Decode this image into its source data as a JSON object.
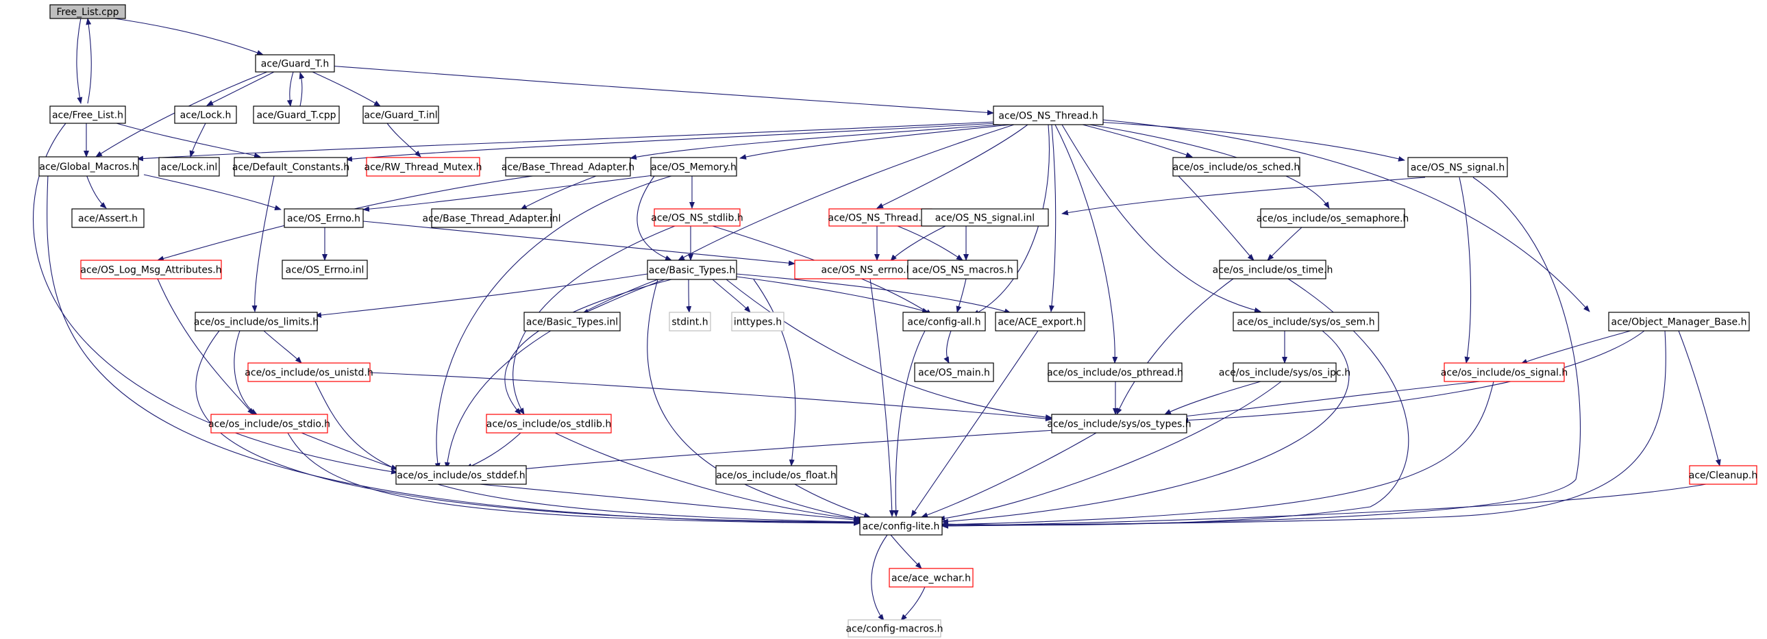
{
  "title": "",
  "colors": {
    "edge": "#191970",
    "node_border_default": "#000000",
    "node_border_truncated": "#ff0000",
    "node_border_external": "#bfbfbf",
    "root_fill": "#bfbfbf"
  },
  "nodes": [
    {
      "id": "n0",
      "label": "Free_List.cpp",
      "style": "root"
    },
    {
      "id": "n1",
      "label": "ace/Guard_T.h",
      "style": "normal"
    },
    {
      "id": "n2",
      "label": "ace/Free_List.h",
      "style": "normal"
    },
    {
      "id": "n3",
      "label": "ace/Lock.h",
      "style": "normal"
    },
    {
      "id": "n4",
      "label": "ace/Guard_T.cpp",
      "style": "normal"
    },
    {
      "id": "n5",
      "label": "ace/Guard_T.inl",
      "style": "normal"
    },
    {
      "id": "n6",
      "label": "ace/OS_NS_Thread.h",
      "style": "normal"
    },
    {
      "id": "n7",
      "label": "ace/Global_Macros.h",
      "style": "normal"
    },
    {
      "id": "n8",
      "label": "ace/Lock.inl",
      "style": "normal"
    },
    {
      "id": "n9",
      "label": "ace/Default_Constants.h",
      "style": "normal"
    },
    {
      "id": "n10",
      "label": "ace/RW_Thread_Mutex.h",
      "style": "truncated"
    },
    {
      "id": "n11",
      "label": "ace/Base_Thread_Adapter.h",
      "style": "normal"
    },
    {
      "id": "n12",
      "label": "ace/OS_Memory.h",
      "style": "normal"
    },
    {
      "id": "n13",
      "label": "ace/os_include/os_sched.h",
      "style": "normal"
    },
    {
      "id": "n14",
      "label": "ace/OS_NS_signal.h",
      "style": "normal"
    },
    {
      "id": "n15",
      "label": "ace/Assert.h",
      "style": "normal"
    },
    {
      "id": "n16",
      "label": "ace/OS_Errno.h",
      "style": "normal"
    },
    {
      "id": "n17",
      "label": "ace/Base_Thread_Adapter.inl",
      "style": "normal"
    },
    {
      "id": "n18",
      "label": "ace/OS_NS_stdlib.h",
      "style": "truncated"
    },
    {
      "id": "n19",
      "label": "ace/OS_NS_Thread.inl",
      "style": "truncated"
    },
    {
      "id": "n20",
      "label": "ace/OS_NS_signal.inl",
      "style": "normal"
    },
    {
      "id": "n21",
      "label": "ace/os_include/os_semaphore.h",
      "style": "normal"
    },
    {
      "id": "n22",
      "label": "ace/OS_Log_Msg_Attributes.h",
      "style": "truncated"
    },
    {
      "id": "n23",
      "label": "ace/OS_Errno.inl",
      "style": "normal"
    },
    {
      "id": "n24",
      "label": "ace/Basic_Types.h",
      "style": "normal"
    },
    {
      "id": "n25",
      "label": "ace/OS_NS_errno.h",
      "style": "truncated"
    },
    {
      "id": "n26",
      "label": "ace/OS_NS_macros.h",
      "style": "normal"
    },
    {
      "id": "n27",
      "label": "ace/os_include/os_time.h",
      "style": "normal"
    },
    {
      "id": "n28",
      "label": "ace/os_include/os_limits.h",
      "style": "normal"
    },
    {
      "id": "n29",
      "label": "ace/Basic_Types.inl",
      "style": "normal"
    },
    {
      "id": "n30",
      "label": "stdint.h",
      "style": "external"
    },
    {
      "id": "n31",
      "label": "inttypes.h",
      "style": "external"
    },
    {
      "id": "n32",
      "label": "ace/config-all.h",
      "style": "normal"
    },
    {
      "id": "n33",
      "label": "ace/ACE_export.h",
      "style": "normal"
    },
    {
      "id": "n34",
      "label": "ace/os_include/sys/os_sem.h",
      "style": "normal"
    },
    {
      "id": "n35",
      "label": "ace/Object_Manager_Base.h",
      "style": "normal"
    },
    {
      "id": "n36",
      "label": "ace/os_include/os_unistd.h",
      "style": "truncated"
    },
    {
      "id": "n37",
      "label": "ace/OS_main.h",
      "style": "normal"
    },
    {
      "id": "n38",
      "label": "ace/os_include/os_pthread.h",
      "style": "normal"
    },
    {
      "id": "n39",
      "label": "ace/os_include/sys/os_ipc.h",
      "style": "normal"
    },
    {
      "id": "n40",
      "label": "ace/os_include/os_signal.h",
      "style": "truncated"
    },
    {
      "id": "n41",
      "label": "ace/os_include/os_stdio.h",
      "style": "truncated"
    },
    {
      "id": "n42",
      "label": "ace/os_include/os_stdlib.h",
      "style": "truncated"
    },
    {
      "id": "n43",
      "label": "ace/os_include/sys/os_types.h",
      "style": "normal"
    },
    {
      "id": "n44",
      "label": "ace/os_include/os_stddef.h",
      "style": "normal"
    },
    {
      "id": "n45",
      "label": "ace/os_include/os_float.h",
      "style": "normal"
    },
    {
      "id": "n46",
      "label": "ace/Cleanup.h",
      "style": "truncated"
    },
    {
      "id": "n47",
      "label": "ace/config-lite.h",
      "style": "normal"
    },
    {
      "id": "n48",
      "label": "ace/ace_wchar.h",
      "style": "truncated"
    },
    {
      "id": "n49",
      "label": "ace/config-macros.h",
      "style": "external"
    }
  ]
}
